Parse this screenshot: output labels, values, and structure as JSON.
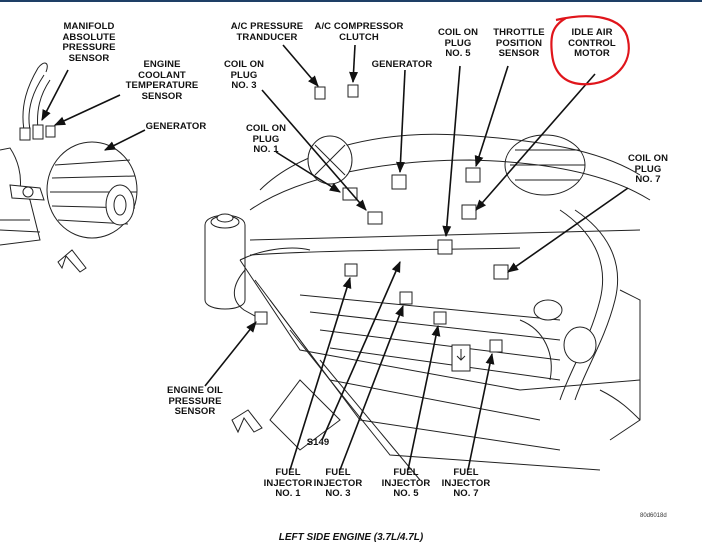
{
  "labels": {
    "map_sensor": "MANIFOLD\nABSOLUTE\nPRESSURE\nSENSOR",
    "coolant_sensor": "ENGINE\nCOOLANT\nTEMPERATURE\nSENSOR",
    "generator_left": "GENERATOR",
    "ac_pressure": "A/C PRESSURE\nTRANDUCER",
    "ac_clutch": "A/C COMPRESSOR\nCLUTCH",
    "coil_3": "COIL ON\nPLUG\nNO. 3",
    "generator_mid": "GENERATOR",
    "coil_1": "COIL ON\nPLUG\nNO. 1",
    "coil_5": "COIL ON\nPLUG\nNO. 5",
    "throttle": "THROTTLE\nPOSITION\nSENSOR",
    "idle_air": "IDLE AIR\nCONTROL\nMOTOR",
    "coil_7": "COIL ON\nPLUG\nNO. 7",
    "oil_pressure": "ENGINE OIL\nPRESSURE\nSENSOR",
    "s149": "S149",
    "inj_1": "FUEL\nINJECTOR\nNO. 1",
    "inj_3": "FUEL\nINJECTOR\nNO. 3",
    "inj_5": "FUEL\nINJECTOR\nNO. 5",
    "inj_7": "FUEL\nINJECTOR\nNO. 7"
  },
  "caption": "LEFT SIDE ENGINE (3.7L/4.7L)",
  "figure_id": "80d6018d",
  "colors": {
    "ink": "#111111",
    "highlight_circle": "#e0151b",
    "top_rule": "#1e3f66"
  }
}
